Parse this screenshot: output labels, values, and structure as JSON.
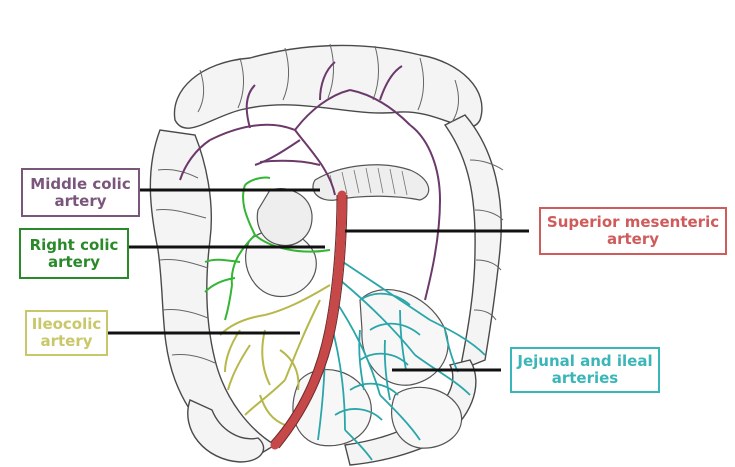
{
  "labels": {
    "middle_colic": {
      "line1": "Middle colic",
      "line2": "artery",
      "color": "#7b567b"
    },
    "right_colic": {
      "line1": "Right colic",
      "line2": "artery",
      "color": "#2a8a2a"
    },
    "ileocolic": {
      "line1": "Ileocolic",
      "line2": "artery",
      "color": "#c8c86a"
    },
    "superior_mesenteric": {
      "line1": "Superior mesenteric",
      "line2": "artery",
      "color": "#cf5b5b"
    },
    "jejunal_ileal": {
      "line1": "Jejunal and ileal",
      "line2": "arteries",
      "color": "#3bb6b8"
    }
  },
  "vessel_colors": {
    "middle_colic": "#6b3a6b",
    "right_colic": "#34b534",
    "ileocolic": "#b7b84a",
    "superior_mesenteric": "#c64848",
    "jejunal_ileal": "#2aa6aa",
    "outline": "#4a4a4a"
  }
}
